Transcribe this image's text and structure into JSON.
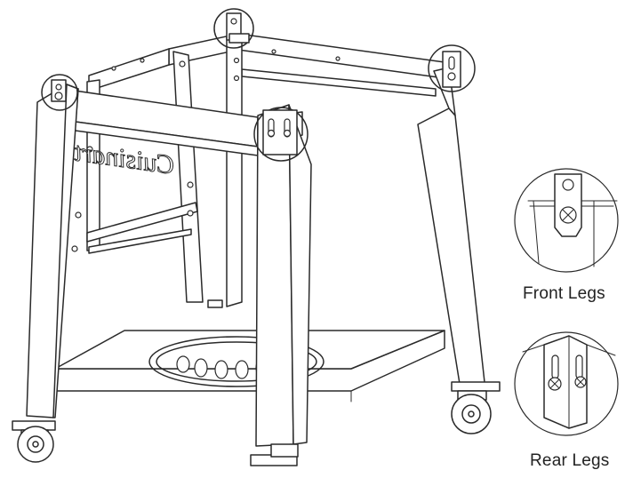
{
  "diagram": {
    "brand_mark": "Cuisinart",
    "callouts": [
      {
        "label": "Front Legs"
      },
      {
        "label": "Rear Legs"
      }
    ],
    "colors": {
      "line": "#2a2a2a",
      "background": "#ffffff",
      "text": "#222222"
    }
  }
}
